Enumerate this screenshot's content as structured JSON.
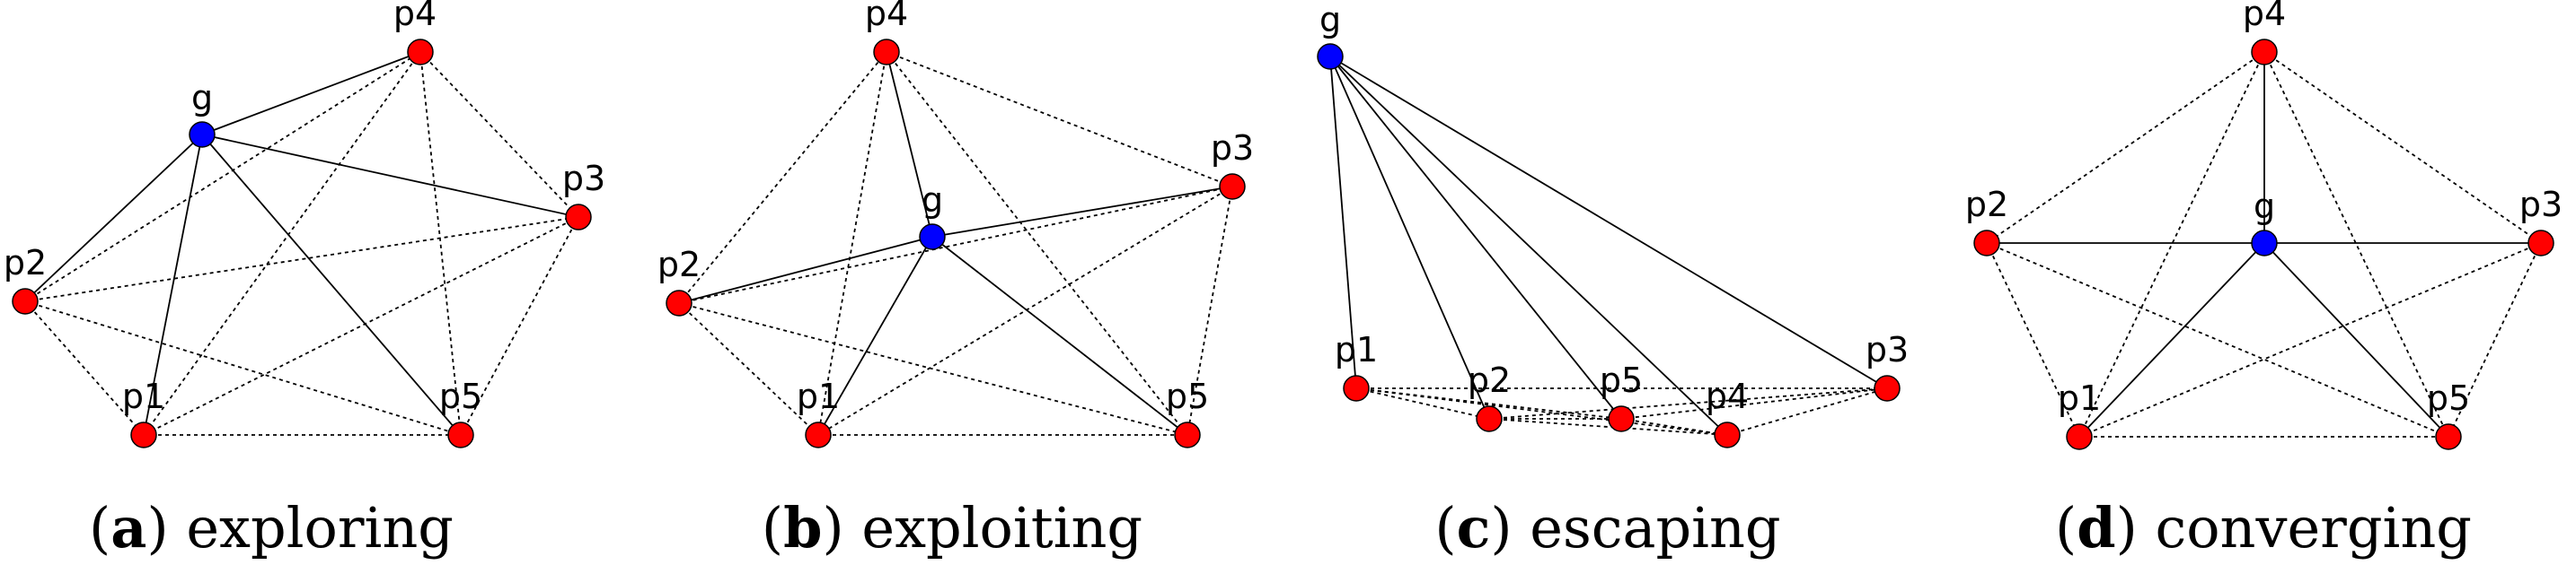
{
  "colors": {
    "particle": "#ff0000",
    "guide": "#0000ff",
    "edge": "#000000"
  },
  "panels": [
    {
      "letter": "a",
      "name": "exploring",
      "nodes": [
        {
          "id": "g",
          "label": "g",
          "kind": "guide"
        },
        {
          "id": "p1",
          "label": "p1",
          "kind": "particle"
        },
        {
          "id": "p2",
          "label": "p2",
          "kind": "particle"
        },
        {
          "id": "p3",
          "label": "p3",
          "kind": "particle"
        },
        {
          "id": "p4",
          "label": "p4",
          "kind": "particle"
        },
        {
          "id": "p5",
          "label": "p5",
          "kind": "particle"
        }
      ],
      "edges": [
        {
          "from": "g",
          "to": "p4",
          "style": "solid"
        },
        {
          "from": "g",
          "to": "p3",
          "style": "solid"
        },
        {
          "from": "g",
          "to": "p2",
          "style": "solid"
        },
        {
          "from": "g",
          "to": "p1",
          "style": "solid"
        },
        {
          "from": "g",
          "to": "p5",
          "style": "solid"
        },
        {
          "from": "p2",
          "to": "p4",
          "style": "dashed"
        },
        {
          "from": "p2",
          "to": "p3",
          "style": "dashed"
        },
        {
          "from": "p2",
          "to": "p5",
          "style": "dashed"
        },
        {
          "from": "p2",
          "to": "p1",
          "style": "dashed"
        },
        {
          "from": "p4",
          "to": "p3",
          "style": "dashed"
        },
        {
          "from": "p4",
          "to": "p1",
          "style": "dashed"
        },
        {
          "from": "p4",
          "to": "p5",
          "style": "dashed"
        },
        {
          "from": "p3",
          "to": "p1",
          "style": "dashed"
        },
        {
          "from": "p3",
          "to": "p5",
          "style": "dashed"
        },
        {
          "from": "p1",
          "to": "p5",
          "style": "dashed"
        }
      ]
    },
    {
      "letter": "b",
      "name": "exploiting",
      "nodes": [
        {
          "id": "g",
          "label": "g",
          "kind": "guide"
        },
        {
          "id": "p1",
          "label": "p1",
          "kind": "particle"
        },
        {
          "id": "p2",
          "label": "p2",
          "kind": "particle"
        },
        {
          "id": "p3",
          "label": "p3",
          "kind": "particle"
        },
        {
          "id": "p4",
          "label": "p4",
          "kind": "particle"
        },
        {
          "id": "p5",
          "label": "p5",
          "kind": "particle"
        }
      ],
      "edges": [
        {
          "from": "g",
          "to": "p4",
          "style": "solid"
        },
        {
          "from": "g",
          "to": "p3",
          "style": "solid"
        },
        {
          "from": "g",
          "to": "p2",
          "style": "solid"
        },
        {
          "from": "g",
          "to": "p1",
          "style": "solid"
        },
        {
          "from": "g",
          "to": "p5",
          "style": "solid"
        },
        {
          "from": "p2",
          "to": "p4",
          "style": "dashed"
        },
        {
          "from": "p2",
          "to": "p3",
          "style": "dashed"
        },
        {
          "from": "p2",
          "to": "p5",
          "style": "dashed"
        },
        {
          "from": "p2",
          "to": "p1",
          "style": "dashed"
        },
        {
          "from": "p4",
          "to": "p3",
          "style": "dashed"
        },
        {
          "from": "p4",
          "to": "p1",
          "style": "dashed"
        },
        {
          "from": "p4",
          "to": "p5",
          "style": "dashed"
        },
        {
          "from": "p3",
          "to": "p1",
          "style": "dashed"
        },
        {
          "from": "p3",
          "to": "p5",
          "style": "dashed"
        },
        {
          "from": "p1",
          "to": "p5",
          "style": "dashed"
        }
      ]
    },
    {
      "letter": "c",
      "name": "escaping",
      "nodes": [
        {
          "id": "g",
          "label": "g",
          "kind": "guide"
        },
        {
          "id": "p1",
          "label": "p1",
          "kind": "particle"
        },
        {
          "id": "p2",
          "label": "p2",
          "kind": "particle"
        },
        {
          "id": "p3",
          "label": "p3",
          "kind": "particle"
        },
        {
          "id": "p4",
          "label": "p4",
          "kind": "particle"
        },
        {
          "id": "p5",
          "label": "p5",
          "kind": "particle"
        }
      ],
      "edges": [
        {
          "from": "g",
          "to": "p1",
          "style": "solid"
        },
        {
          "from": "g",
          "to": "p2",
          "style": "solid"
        },
        {
          "from": "g",
          "to": "p5",
          "style": "solid"
        },
        {
          "from": "g",
          "to": "p4",
          "style": "solid"
        },
        {
          "from": "g",
          "to": "p3",
          "style": "solid"
        },
        {
          "from": "p1",
          "to": "p2",
          "style": "dashed"
        },
        {
          "from": "p1",
          "to": "p5",
          "style": "dashed"
        },
        {
          "from": "p1",
          "to": "p4",
          "style": "dashed"
        },
        {
          "from": "p1",
          "to": "p3",
          "style": "dashed"
        },
        {
          "from": "p2",
          "to": "p5",
          "style": "dashed"
        },
        {
          "from": "p2",
          "to": "p4",
          "style": "dashed"
        },
        {
          "from": "p2",
          "to": "p3",
          "style": "dashed"
        },
        {
          "from": "p5",
          "to": "p4",
          "style": "dashed"
        },
        {
          "from": "p5",
          "to": "p3",
          "style": "dashed"
        },
        {
          "from": "p4",
          "to": "p3",
          "style": "dashed"
        }
      ]
    },
    {
      "letter": "d",
      "name": "converging",
      "nodes": [
        {
          "id": "g",
          "label": "g",
          "kind": "guide"
        },
        {
          "id": "p1",
          "label": "p1",
          "kind": "particle"
        },
        {
          "id": "p2",
          "label": "p2",
          "kind": "particle"
        },
        {
          "id": "p3",
          "label": "p3",
          "kind": "particle"
        },
        {
          "id": "p4",
          "label": "p4",
          "kind": "particle"
        },
        {
          "id": "p5",
          "label": "p5",
          "kind": "particle"
        }
      ],
      "edges": [
        {
          "from": "g",
          "to": "p4",
          "style": "solid"
        },
        {
          "from": "g",
          "to": "p2",
          "style": "solid"
        },
        {
          "from": "g",
          "to": "p3",
          "style": "solid"
        },
        {
          "from": "g",
          "to": "p1",
          "style": "solid"
        },
        {
          "from": "g",
          "to": "p5",
          "style": "solid"
        },
        {
          "from": "p4",
          "to": "p2",
          "style": "dashed"
        },
        {
          "from": "p4",
          "to": "p3",
          "style": "dashed"
        },
        {
          "from": "p4",
          "to": "p1",
          "style": "dashed"
        },
        {
          "from": "p4",
          "to": "p5",
          "style": "dashed"
        },
        {
          "from": "p2",
          "to": "p5",
          "style": "dashed"
        },
        {
          "from": "p2",
          "to": "p1",
          "style": "dashed"
        },
        {
          "from": "p3",
          "to": "p1",
          "style": "dashed"
        },
        {
          "from": "p3",
          "to": "p5",
          "style": "dashed"
        },
        {
          "from": "p1",
          "to": "p5",
          "style": "dashed"
        }
      ]
    }
  ]
}
